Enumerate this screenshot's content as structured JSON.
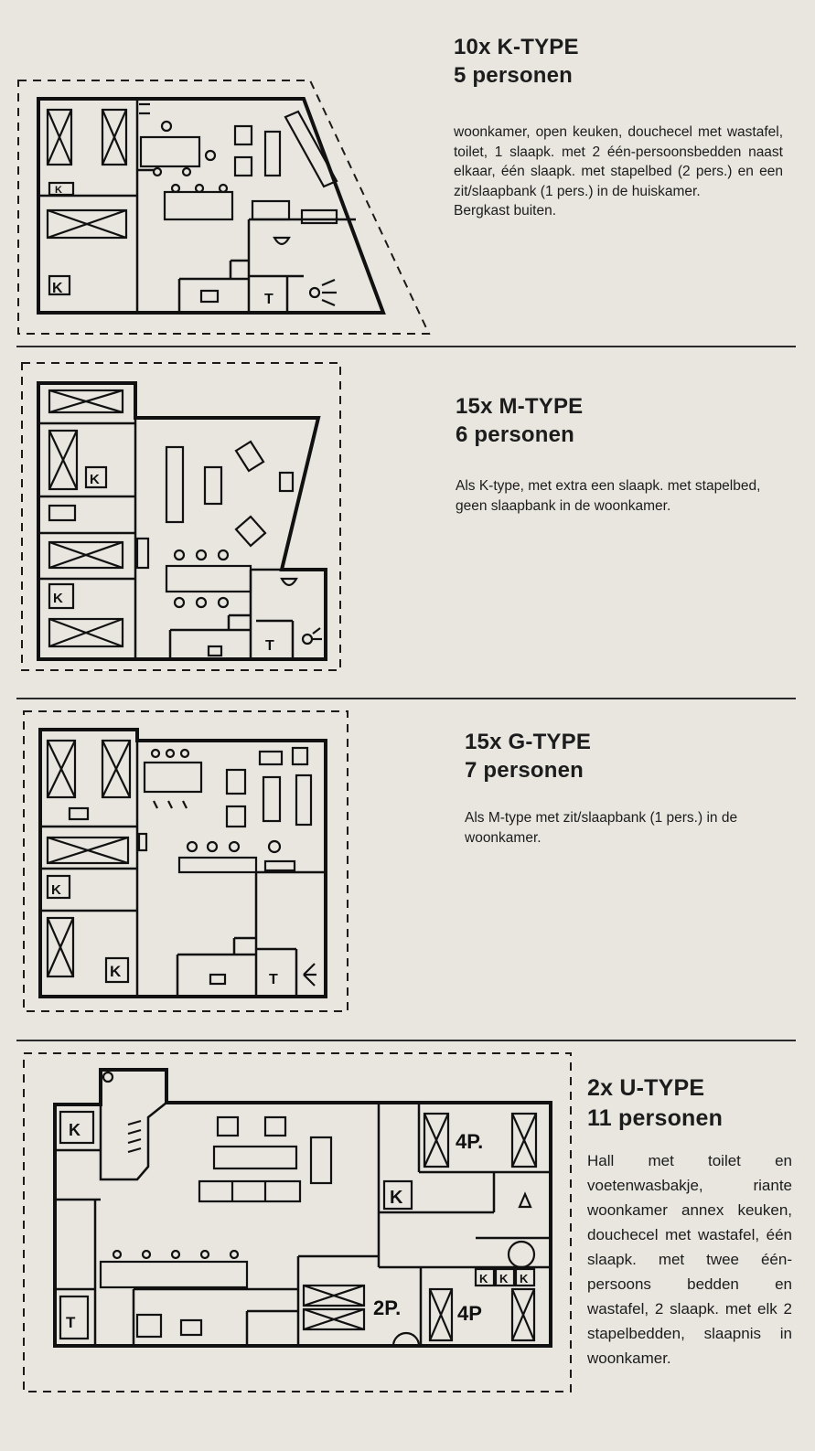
{
  "types": [
    {
      "title": "10x K-TYPE",
      "persons": "5 personen",
      "description": "woonkamer, open keuken, douchecel met wastafel, toilet, 1 slaapk. met 2 één-persoonsbedden naast elkaar, één slaapk. met stapelbed (2 pers.) en een zit/slaapbank (1 pers.) in de huiskamer.",
      "extra": "Bergkast buiten."
    },
    {
      "title": "15x M-TYPE",
      "persons": "6 personen",
      "description": "Als K-type, met extra een slaapk. met stapelbed, geen slaapbank in de woonkamer."
    },
    {
      "title": "15x G-TYPE",
      "persons": "7 personen",
      "description": "Als M-type met zit/slaapbank (1 pers.) in de woonkamer."
    },
    {
      "title": "2x U-TYPE",
      "persons": "11 personen",
      "description": "Hall met toilet en voetenwasbakje, riante woonkamer annex keuken, douchecel met wastafel, één slaapk. met twee één-persoons bedden en wastafel, 2 slaapk. met elk 2 stapelbedden, slaapnis in woonkamer."
    }
  ],
  "plan_labels": {
    "kast": "K",
    "toilet": "T",
    "bed_4p_a": "4P.",
    "bed_4p_b": "4P",
    "bed_2p": "2P."
  }
}
